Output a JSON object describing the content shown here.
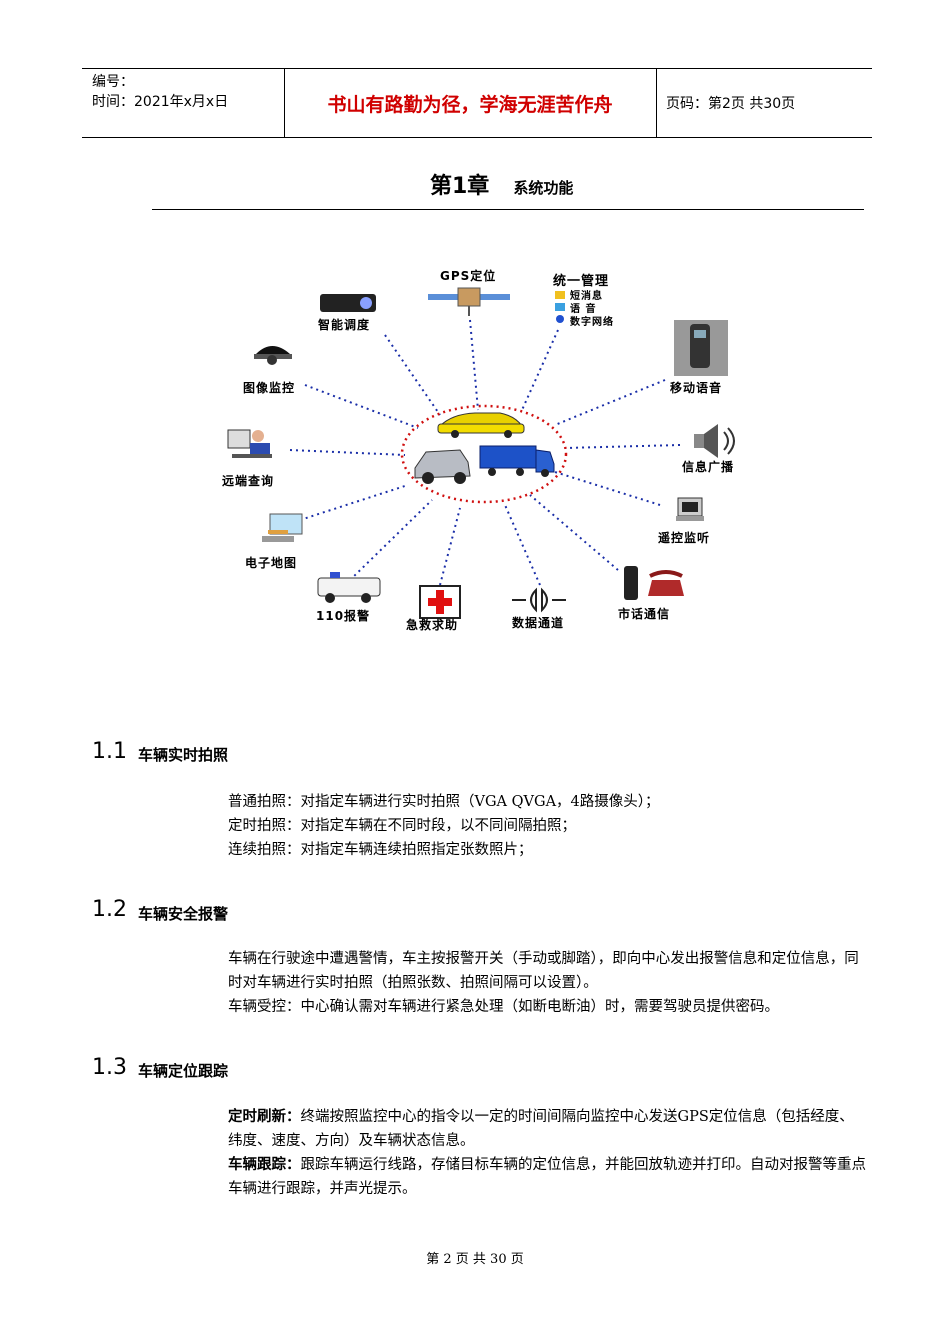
{
  "header": {
    "number_label": "编号：",
    "time_label": "时间：2021年x月x日",
    "motto": "书山有路勤为径，学海无涯苦作舟",
    "page_label": "页码：第2页  共30页"
  },
  "chapter": {
    "title": "第1章",
    "subtitle": "系统功能"
  },
  "diagram": {
    "gps": "GPS定位",
    "unified": "统一管理",
    "unified_items": [
      "短消息",
      "语    音",
      "数字网络"
    ],
    "dispatch": "智能调度",
    "image_monitor": "图像监控",
    "remote_query": "远端查询",
    "e_map": "电子地图",
    "police": "110报警",
    "emergency": "急救求助",
    "data_channel": "数据通道",
    "city_call": "市话通信",
    "remote_listen": "遥控监听",
    "broadcast": "信息广播",
    "mobile_voice": "移动语音"
  },
  "sections": [
    {
      "num": "1.1",
      "title": "车辆实时拍照",
      "lines": [
        "普通拍照：对指定车辆进行实时拍照（VGA  QVGA，4路摄像头）；",
        "定时拍照：对指定车辆在不同时段，以不同间隔拍照；",
        "连续拍照：对指定车辆连续拍照指定张数照片；"
      ]
    },
    {
      "num": "1.2",
      "title": "车辆安全报警",
      "lines": [
        "车辆在行驶途中遭遇警情，车主按报警开关（手动或脚踏），即向中心发出报警信息和定位信息，同时对车辆进行实时拍照（拍照张数、拍照间隔可以设置）。",
        "车辆受控：中心确认需对车辆进行紧急处理（如断电断油）时，需要驾驶员提供密码。"
      ]
    },
    {
      "num": "1.3",
      "title": "车辆定位跟踪",
      "items": [
        {
          "term": "定时刷新：",
          "text": "终端按照监控中心的指令以一定的时间间隔向监控中心发送GPS定位信息（包括经度、纬度、速度、方向）及车辆状态信息。"
        },
        {
          "term": "车辆跟踪：",
          "text": "跟踪车辆运行线路，存储目标车辆的定位信息，并能回放轨迹并打印。自动对报警等重点车辆进行跟踪，并声光提示。"
        }
      ]
    }
  ],
  "footer": "第 2 页 共 30 页"
}
